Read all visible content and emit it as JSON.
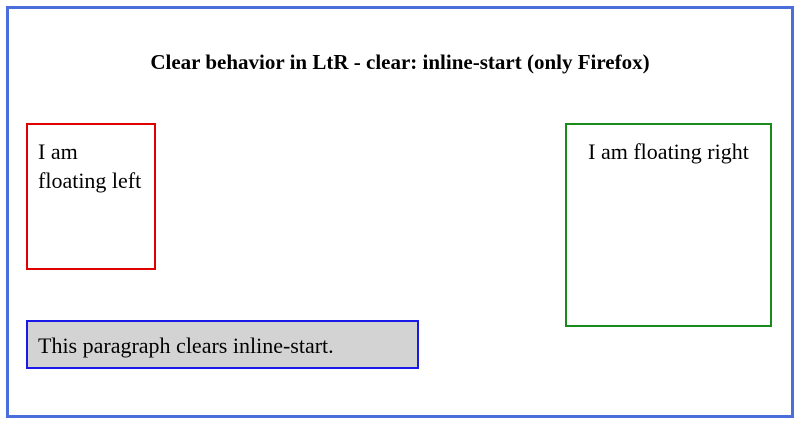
{
  "heading": "Clear behavior in LtR - clear: inline-start (only Firefox)",
  "float_left": {
    "text": "I am floating left"
  },
  "float_right": {
    "text": "I am floating right"
  },
  "paragraph": {
    "text": "This paragraph clears inline-start."
  },
  "colors": {
    "frame_border": "#4a6fdc",
    "left_border": "#e00000",
    "right_border": "#1a8a1a",
    "paragraph_border": "#1a1ae6",
    "paragraph_background": "#d3d3d3"
  }
}
